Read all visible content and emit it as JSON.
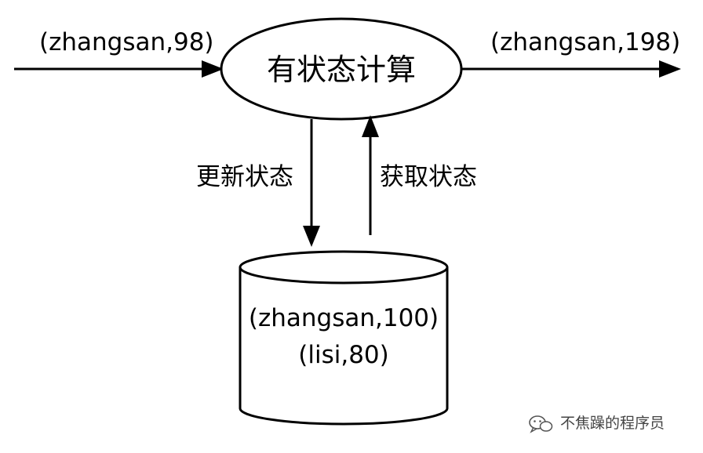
{
  "diagram": {
    "input_label": "(zhangsan,98)",
    "output_label": "(zhangsan,198)",
    "process_label": "有状态计算",
    "update_label": "更新状态",
    "fetch_label": "获取状态",
    "store_lines": [
      "(zhangsan,100)",
      "(lisi,80)"
    ]
  },
  "watermark": {
    "text": "不焦躁的程序员",
    "icon": "wechat-icon"
  },
  "colors": {
    "stroke": "#000000",
    "background": "#ffffff"
  }
}
